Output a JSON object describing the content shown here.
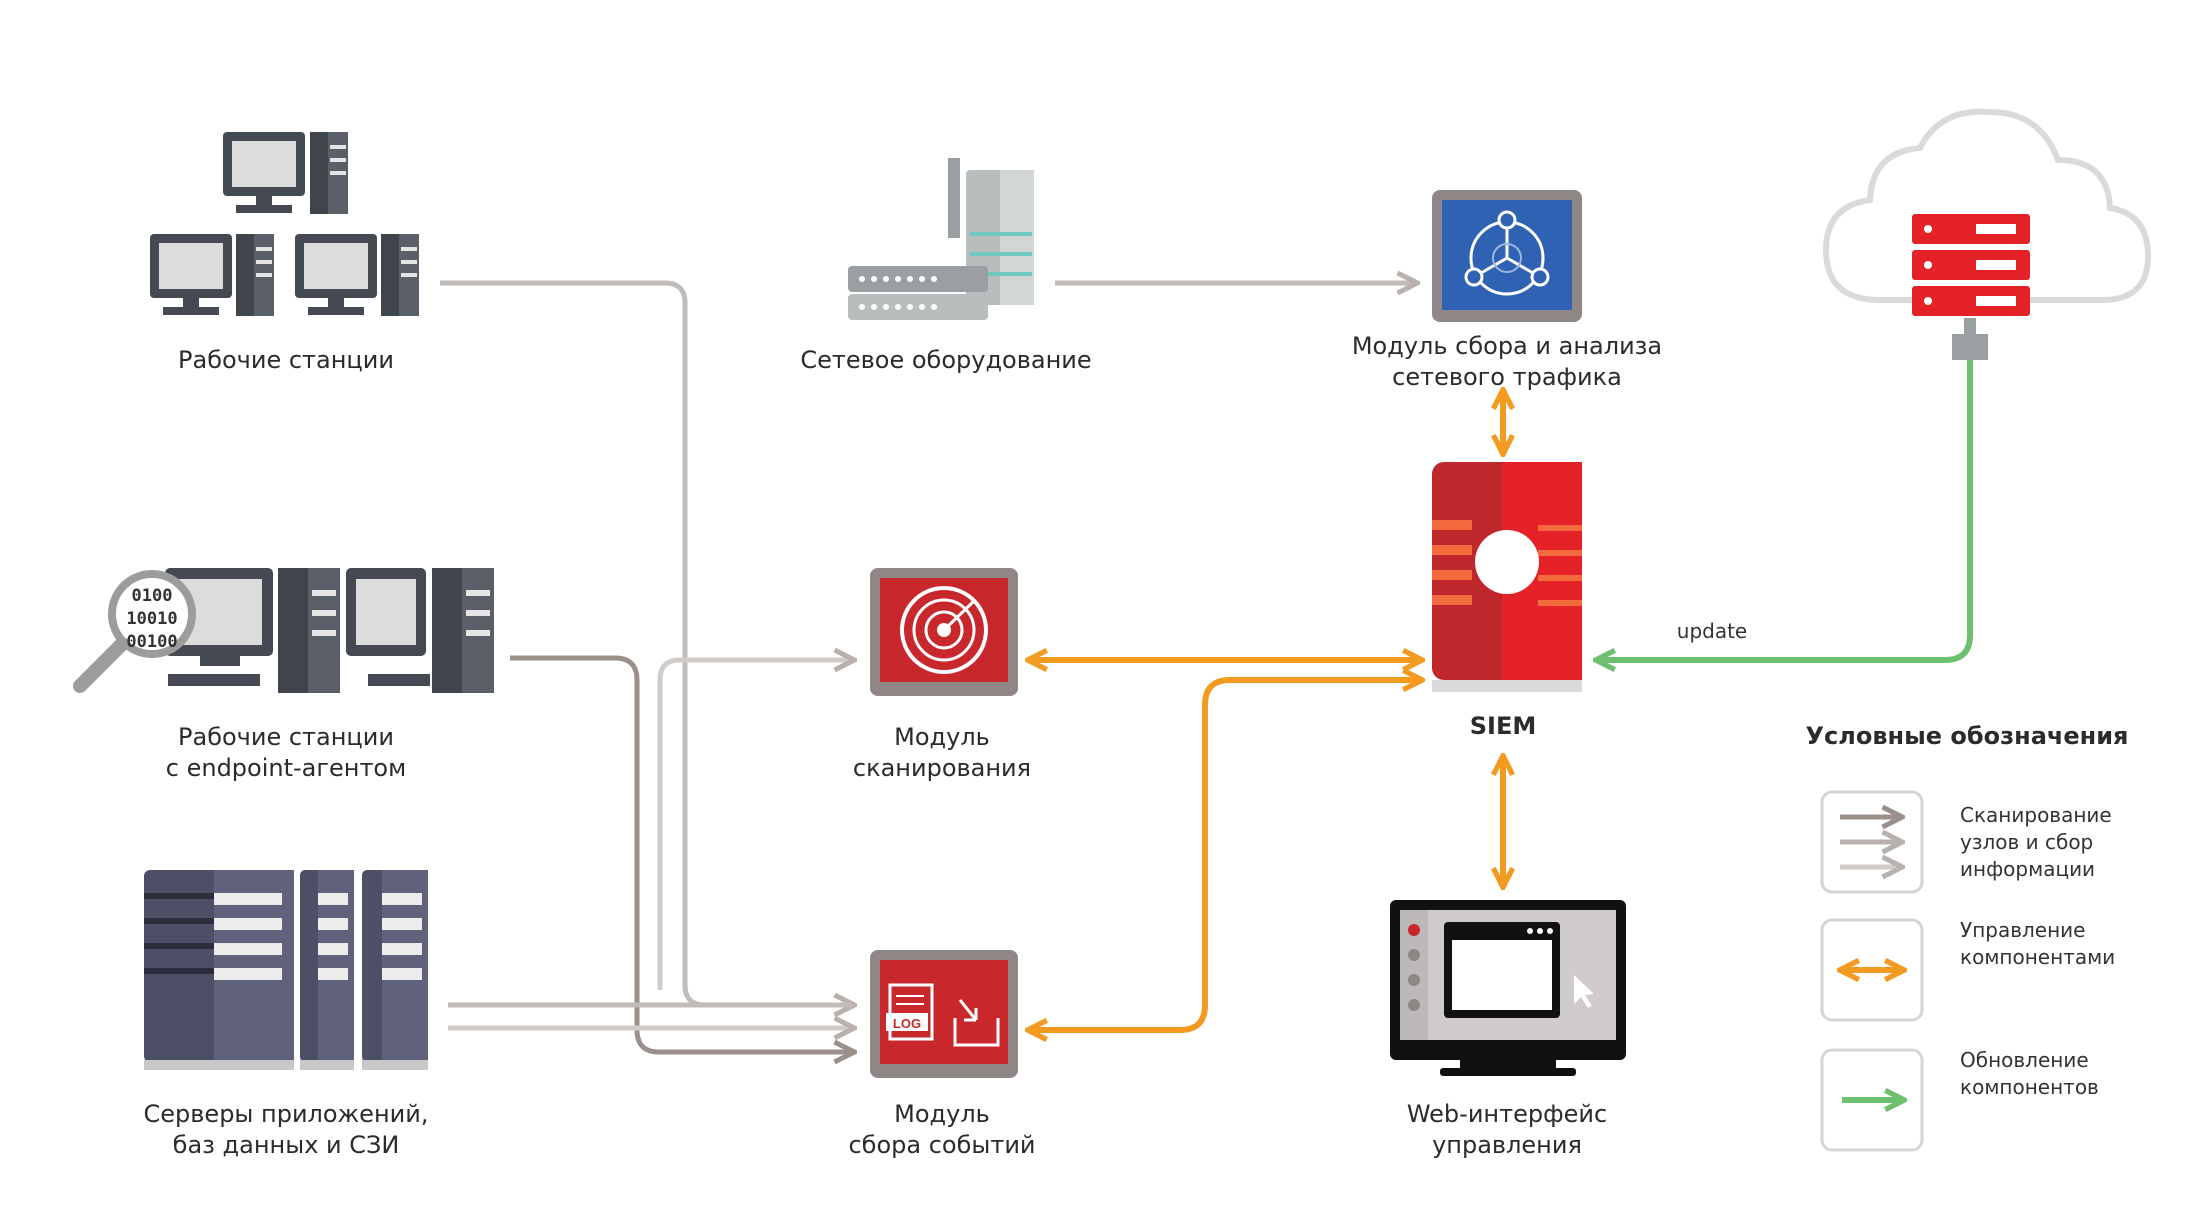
{
  "labels": {
    "workstations": "Рабочие станции",
    "network_equipment": "Сетевое оборудование",
    "traffic_module_line1": "Модуль сбора и анализа",
    "traffic_module_line2": "сетевого трафика",
    "endpoint_line1": "Рабочие станции",
    "endpoint_line2": "с endpoint-агентом",
    "scan_module_line1": "Модуль",
    "scan_module_line2": "сканирования",
    "siem": "SIEM",
    "update": "update",
    "servers_line1": "Серверы приложений,",
    "servers_line2": "баз данных и СЗИ",
    "events_module_line1": "Модуль",
    "events_module_line2": "сбора событий",
    "web_line1": "Web-интерфейс",
    "web_line2": "управления"
  },
  "icon_text": {
    "log": "LOG",
    "binary_rows": [
      "0100",
      "10010",
      "00100"
    ]
  },
  "legend": {
    "title": "Условные обозначения",
    "scan_line1": "Сканирование",
    "scan_line2": "узлов и сбор",
    "scan_line3": "информации",
    "control_line1": "Управление",
    "control_line2": "компонентами",
    "update_line1": "Обновление",
    "update_line2": "компонентов"
  },
  "colors": {
    "gray_arrow": "#b8b1ad",
    "orange_arrow": "#f29b20",
    "green_arrow": "#6cc070",
    "siem_red": "#e52228",
    "module_red": "#c8272c"
  }
}
